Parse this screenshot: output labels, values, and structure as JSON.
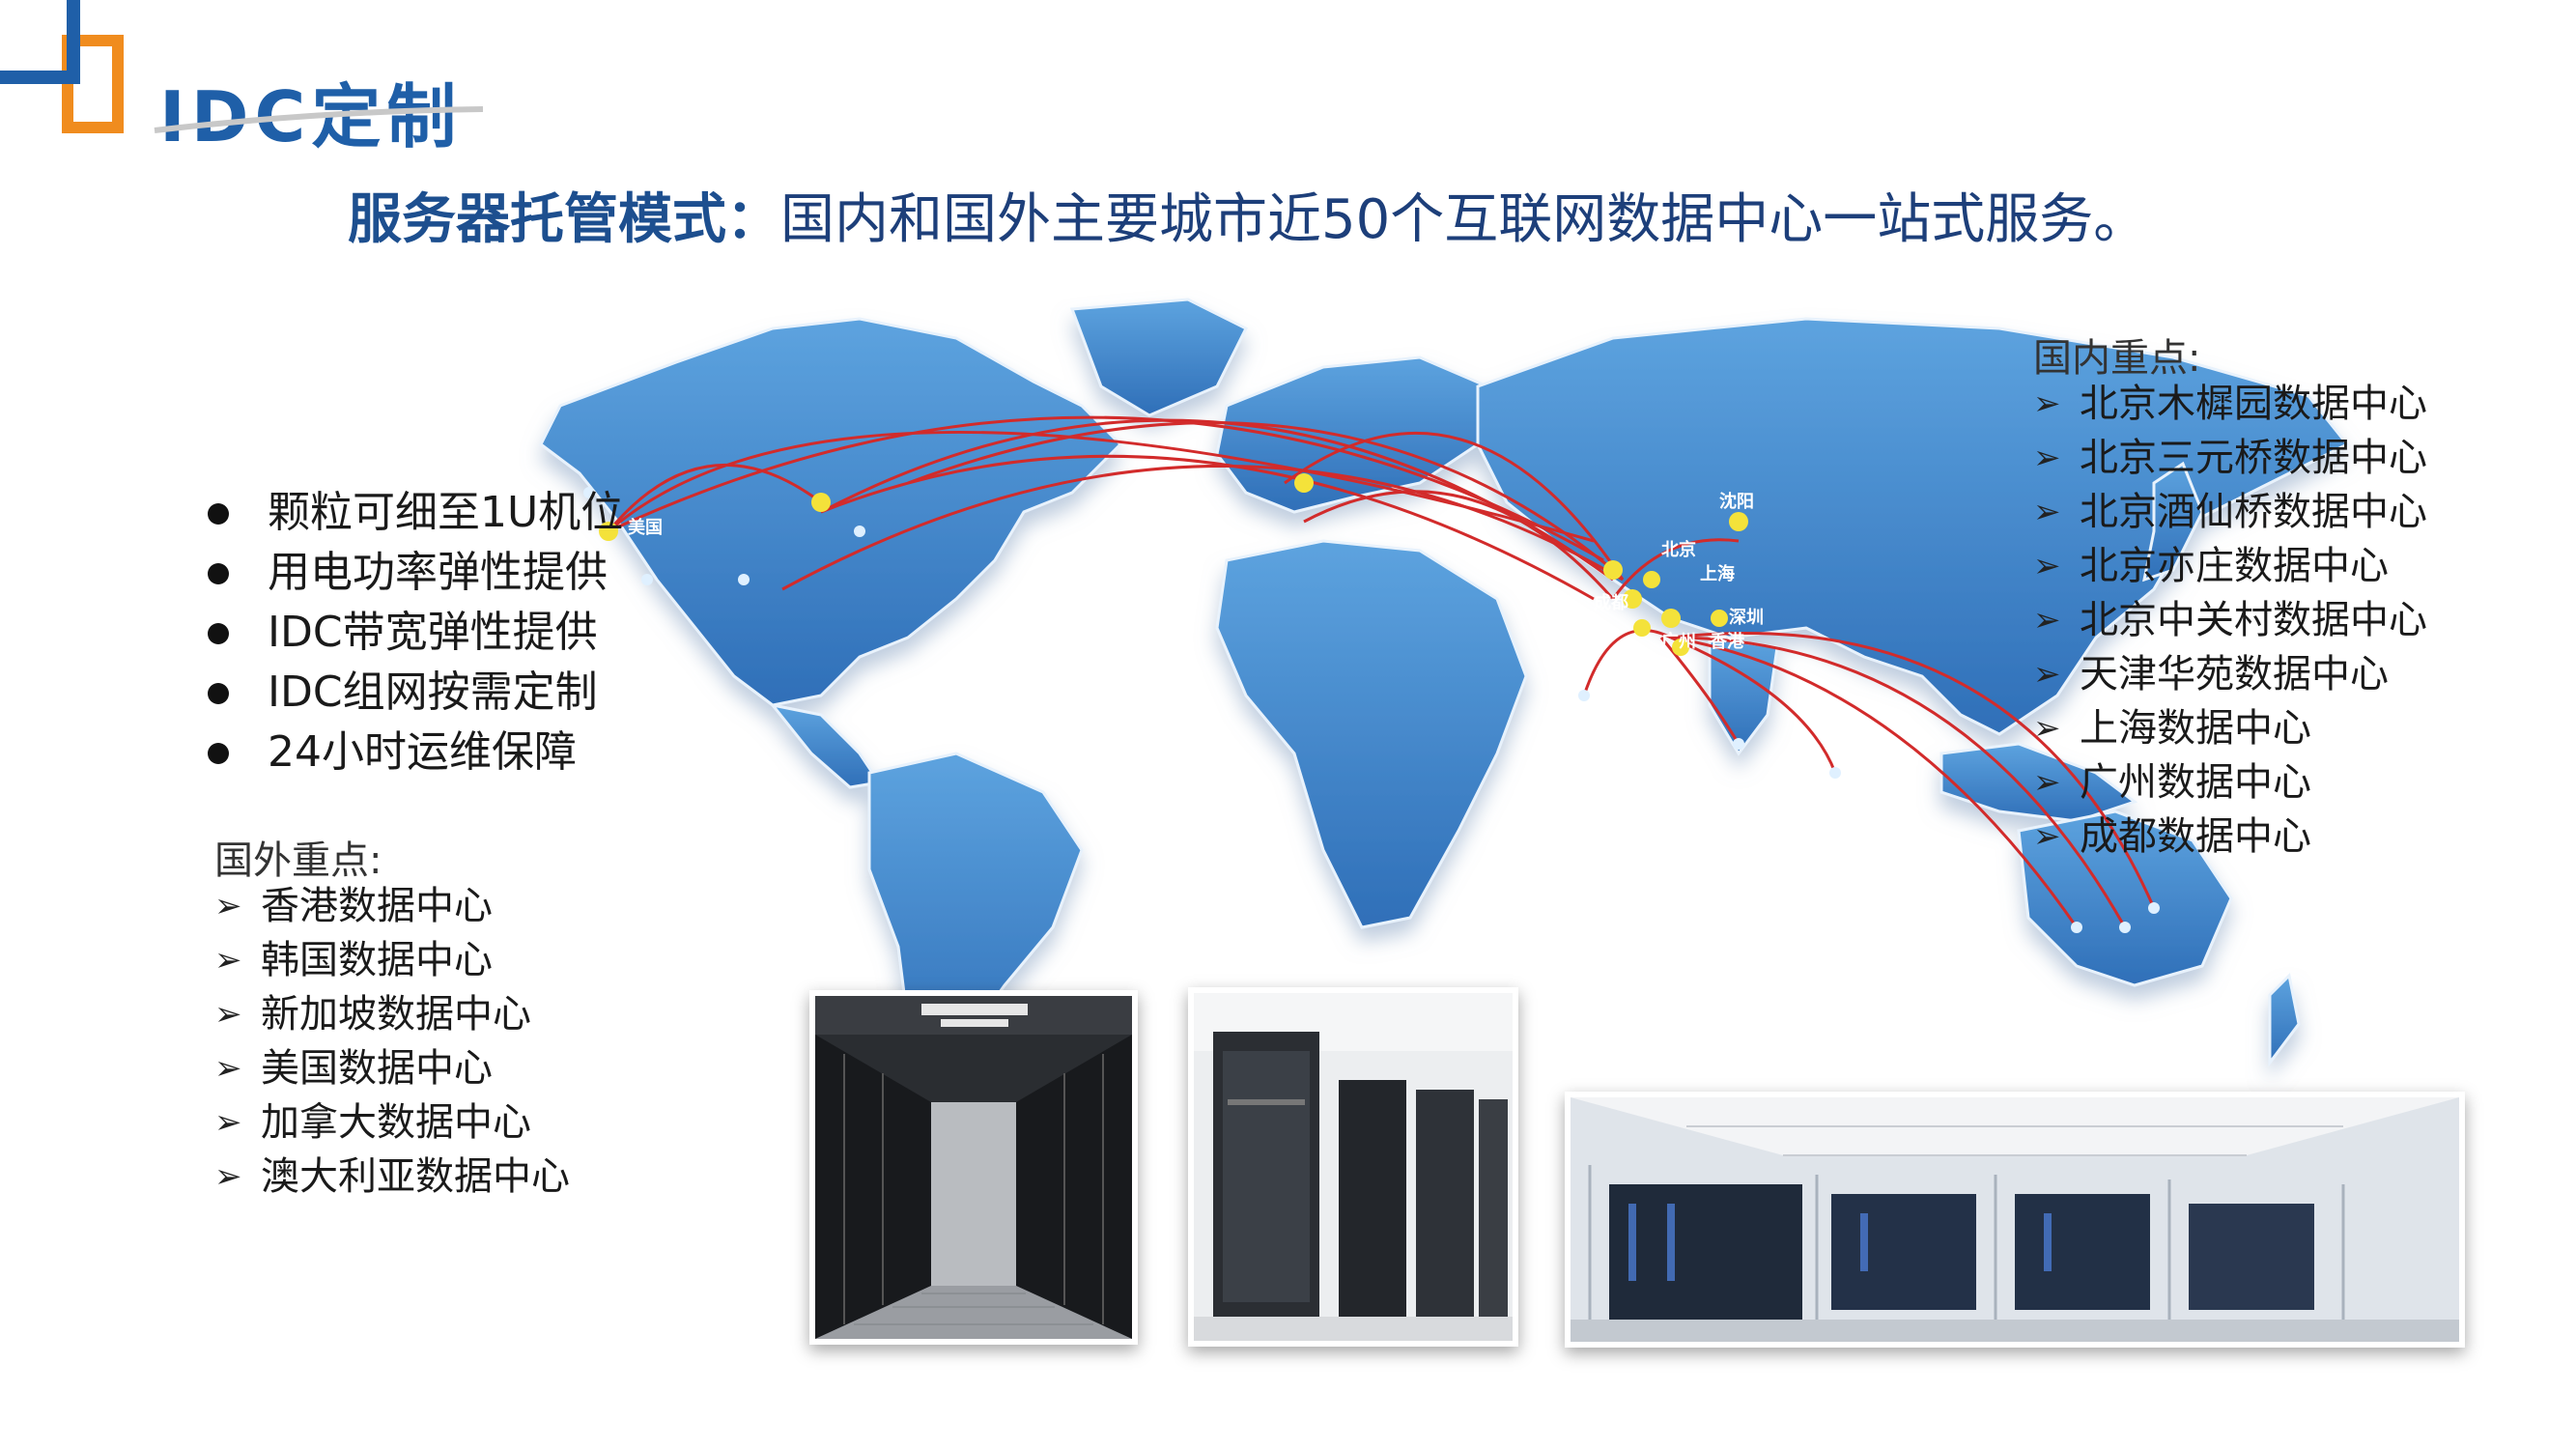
{
  "header": {
    "logo_text": "IDC定制",
    "headline_bold": "服务器托管模式：",
    "headline_rest": "国内和国外主要城市近50个互联网数据中心一站式服务。"
  },
  "features": [
    "颗粒可细至1U机位",
    "用电功率弹性提供",
    "IDC带宽弹性提供",
    "IDC组网按需定制",
    "24小时运维保障"
  ],
  "international": {
    "heading": "国外重点:",
    "items": [
      "香港数据中心",
      "韩国数据中心",
      "新加坡数据中心",
      "美国数据中心",
      "加拿大数据中心",
      "澳大利亚数据中心"
    ]
  },
  "domestic": {
    "heading": "国内重点:",
    "items": [
      "北京木樨园数据中心",
      "北京三元桥数据中心",
      "北京酒仙桥数据中心",
      "北京亦庄数据中心",
      "北京中关村数据中心",
      "天津华苑数据中心",
      "上海数据中心",
      "广州数据中心",
      "成都数据中心"
    ]
  },
  "map_labels": {
    "usa": "美国",
    "shenyang": "沈阳",
    "beijing": "北京",
    "shanghai": "上海",
    "chengdu": "成都",
    "shenzhen": "深圳",
    "guangzhou": "广州",
    "hongkong": "香港"
  },
  "colors": {
    "brand_blue": "#1f5fa8",
    "brand_orange": "#f08c1e",
    "map_blue": "#4a90d0",
    "route_red": "#d22b2b",
    "node_yellow": "#f4e23a"
  }
}
